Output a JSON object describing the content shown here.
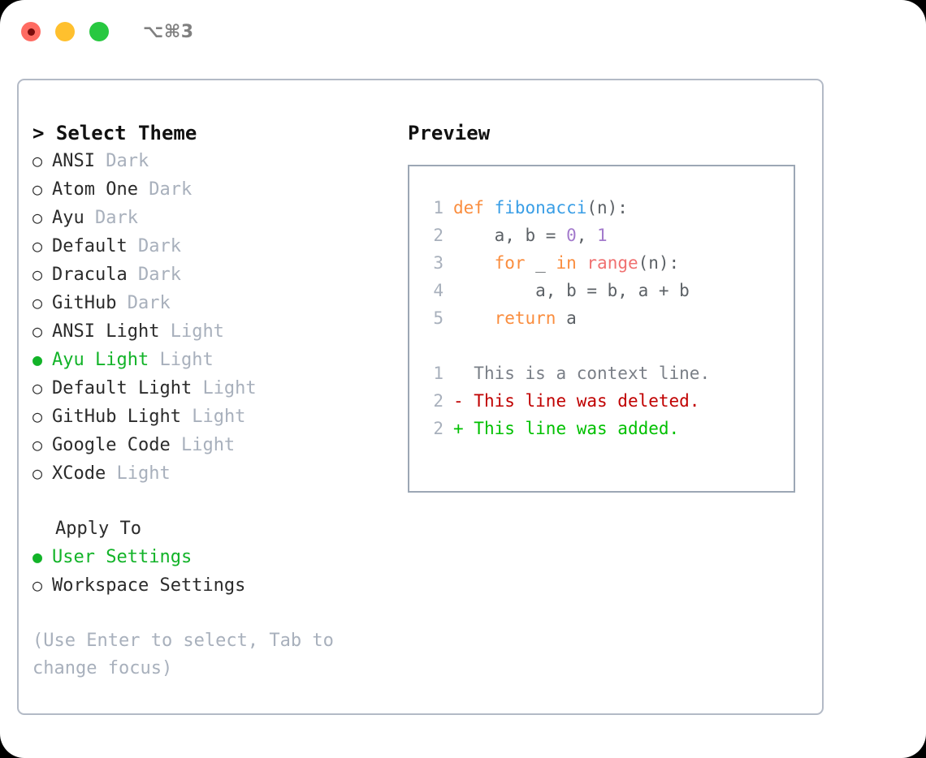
{
  "titlebar": {
    "shortcut": "⌥⌘3",
    "buttons": [
      {
        "name": "close",
        "color": "#FF6B62",
        "recording": true
      },
      {
        "name": "minimize",
        "color": "#FFC02E",
        "recording": false
      },
      {
        "name": "maximize",
        "color": "#28C840",
        "recording": false
      }
    ]
  },
  "left": {
    "heading": "> Select Theme",
    "themes": [
      {
        "bullet": "○",
        "name": "ANSI",
        "kind": "Dark",
        "selected": false
      },
      {
        "bullet": "○",
        "name": "Atom One",
        "kind": "Dark",
        "selected": false
      },
      {
        "bullet": "○",
        "name": "Ayu",
        "kind": "Dark",
        "selected": false
      },
      {
        "bullet": "○",
        "name": "Default",
        "kind": "Dark",
        "selected": false
      },
      {
        "bullet": "○",
        "name": "Dracula",
        "kind": "Dark",
        "selected": false
      },
      {
        "bullet": "○",
        "name": "GitHub",
        "kind": "Dark",
        "selected": false
      },
      {
        "bullet": "○",
        "name": "ANSI Light",
        "kind": "Light",
        "selected": false
      },
      {
        "bullet": "●",
        "name": "Ayu Light",
        "kind": "Light",
        "selected": true
      },
      {
        "bullet": "○",
        "name": "Default Light",
        "kind": "Light",
        "selected": false
      },
      {
        "bullet": "○",
        "name": "GitHub Light",
        "kind": "Light",
        "selected": false
      },
      {
        "bullet": "○",
        "name": "Google Code",
        "kind": "Light",
        "selected": false
      },
      {
        "bullet": "○",
        "name": "XCode",
        "kind": "Light",
        "selected": false
      }
    ],
    "apply_to": {
      "heading": "Apply To",
      "options": [
        {
          "bullet": "●",
          "label": "User Settings",
          "selected": true
        },
        {
          "bullet": "○",
          "label": "Workspace Settings",
          "selected": false
        }
      ]
    },
    "hint": "(Use Enter to select, Tab to change focus)"
  },
  "right": {
    "title": "Preview",
    "code_lines": [
      {
        "number": "1",
        "tokens": [
          {
            "text": "def ",
            "type": "kw"
          },
          {
            "text": "fibonacci",
            "type": "fn"
          },
          {
            "text": "(n):",
            "type": "plain"
          }
        ]
      },
      {
        "number": "2",
        "tokens": [
          {
            "text": "    a, b = ",
            "type": "plain"
          },
          {
            "text": "0",
            "type": "num"
          },
          {
            "text": ", ",
            "type": "plain"
          },
          {
            "text": "1",
            "type": "num"
          }
        ]
      },
      {
        "number": "3",
        "tokens": [
          {
            "text": "    ",
            "type": "plain"
          },
          {
            "text": "for",
            "type": "kw"
          },
          {
            "text": " _ ",
            "type": "plain"
          },
          {
            "text": "in",
            "type": "kw"
          },
          {
            "text": " ",
            "type": "plain"
          },
          {
            "text": "range",
            "type": "call"
          },
          {
            "text": "(n):",
            "type": "plain"
          }
        ]
      },
      {
        "number": "4",
        "tokens": [
          {
            "text": "        a, b = b, a + b",
            "type": "plain"
          }
        ]
      },
      {
        "number": "5",
        "tokens": [
          {
            "text": "    ",
            "type": "plain"
          },
          {
            "text": "return",
            "type": "kw"
          },
          {
            "text": " a",
            "type": "plain"
          }
        ]
      }
    ],
    "diff_lines": [
      {
        "number": "1",
        "marker": " ",
        "text": " This is a context line.",
        "kind": "ctx"
      },
      {
        "number": "2",
        "marker": "-",
        "text": " This line was deleted.",
        "kind": "del"
      },
      {
        "number": "2",
        "marker": "+",
        "text": " This line was added.",
        "kind": "add"
      }
    ]
  },
  "colors": {
    "accent_green": "#12B328",
    "muted": "#A8B0BC",
    "border": "#B3BAC6",
    "preview_border": "#9CA7B5",
    "kw": "#FA8D3E",
    "fn": "#399EE6",
    "call": "#F07171",
    "num": "#A37ACC",
    "plain": "#5C6166",
    "diff_del": "#C00000",
    "diff_add": "#00C000"
  }
}
